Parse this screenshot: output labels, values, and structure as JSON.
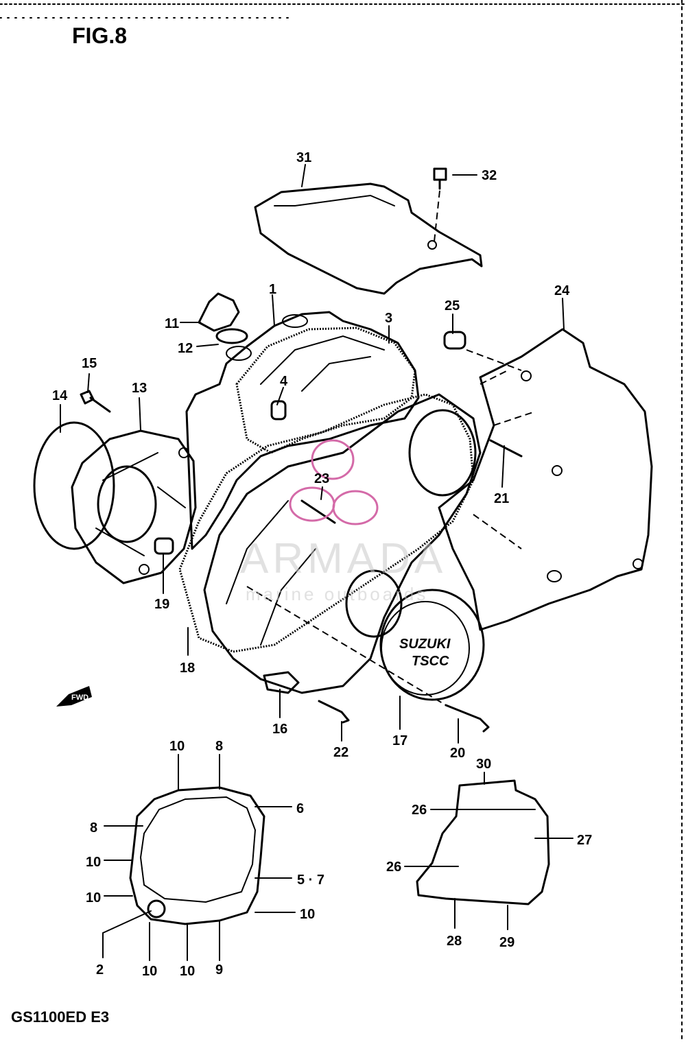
{
  "figure_label": "FIG.8",
  "model_code": "GS1100ED E3",
  "cover_text": {
    "line1": "SUZUKI",
    "line2": "TSCC"
  },
  "forward_arrow": "FWD",
  "watermark": {
    "brand": "ARMADA",
    "tagline": "marine outboards",
    "color": "#d46aa8"
  },
  "callouts": [
    "1",
    "2",
    "3",
    "4",
    "5 · 7",
    "6",
    "8",
    "8",
    "9",
    "10",
    "10",
    "10",
    "10",
    "10",
    "10",
    "10",
    "11",
    "12",
    "13",
    "14",
    "15",
    "16",
    "17",
    "18",
    "19",
    "20",
    "21",
    "22",
    "23",
    "24",
    "25",
    "26",
    "26",
    "27",
    "28",
    "29",
    "30",
    "31",
    "32"
  ]
}
